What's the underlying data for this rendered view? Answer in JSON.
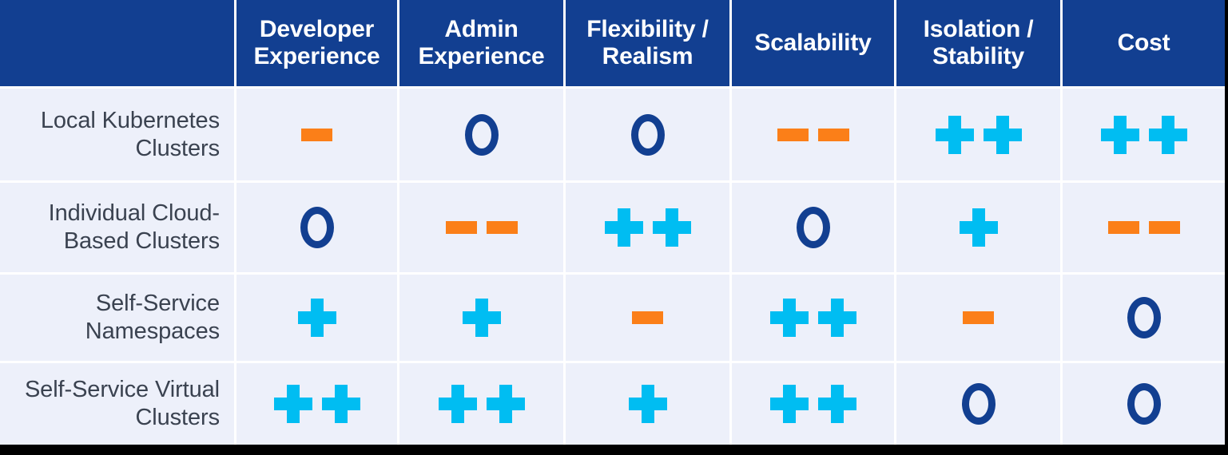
{
  "table": {
    "corner_label": "",
    "columns": [
      {
        "id": "developer-experience",
        "label": "Developer Experience"
      },
      {
        "id": "admin-experience",
        "label": "Admin Experience"
      },
      {
        "id": "flexibility-realism",
        "label": "Flexibility / Realism"
      },
      {
        "id": "scalability",
        "label": "Scalability"
      },
      {
        "id": "isolation-stability",
        "label": "Isolation / Stability"
      },
      {
        "id": "cost",
        "label": "Cost"
      }
    ],
    "rows": [
      {
        "id": "local-kubernetes-clusters",
        "label": "Local Kubernetes Clusters",
        "ratings": [
          {
            "symbol": "minus",
            "count": 1,
            "value": "-"
          },
          {
            "symbol": "circle",
            "count": 1,
            "value": "o"
          },
          {
            "symbol": "circle",
            "count": 1,
            "value": "o"
          },
          {
            "symbol": "minus",
            "count": 2,
            "value": "--"
          },
          {
            "symbol": "plus",
            "count": 2,
            "value": "++"
          },
          {
            "symbol": "plus",
            "count": 2,
            "value": "++"
          }
        ]
      },
      {
        "id": "individual-cloud-based-clusters",
        "label": "Individual Cloud-Based Clusters",
        "ratings": [
          {
            "symbol": "circle",
            "count": 1,
            "value": "o"
          },
          {
            "symbol": "minus",
            "count": 2,
            "value": "--"
          },
          {
            "symbol": "plus",
            "count": 2,
            "value": "++"
          },
          {
            "symbol": "circle",
            "count": 1,
            "value": "o"
          },
          {
            "symbol": "plus",
            "count": 1,
            "value": "+"
          },
          {
            "symbol": "minus",
            "count": 2,
            "value": "--"
          }
        ]
      },
      {
        "id": "self-service-namespaces",
        "label": "Self-Service Namespaces",
        "ratings": [
          {
            "symbol": "plus",
            "count": 1,
            "value": "+"
          },
          {
            "symbol": "plus",
            "count": 1,
            "value": "+"
          },
          {
            "symbol": "minus",
            "count": 1,
            "value": "-"
          },
          {
            "symbol": "plus",
            "count": 2,
            "value": "++"
          },
          {
            "symbol": "minus",
            "count": 1,
            "value": "-"
          },
          {
            "symbol": "circle",
            "count": 1,
            "value": "o"
          }
        ]
      },
      {
        "id": "self-service-virtual-clusters",
        "label": "Self-Service Virtual Clusters",
        "ratings": [
          {
            "symbol": "plus",
            "count": 2,
            "value": "++"
          },
          {
            "symbol": "plus",
            "count": 2,
            "value": "++"
          },
          {
            "symbol": "plus",
            "count": 1,
            "value": "+"
          },
          {
            "symbol": "plus",
            "count": 2,
            "value": "++"
          },
          {
            "symbol": "circle",
            "count": 1,
            "value": "o"
          },
          {
            "symbol": "circle",
            "count": 1,
            "value": "o"
          }
        ]
      }
    ]
  },
  "colors": {
    "header_navy": "#123F91",
    "cell_background": "#EDF0FA",
    "grid_line": "#FFFFFF",
    "positive_plus": "#00BDF2",
    "negative_minus": "#FB7F18",
    "neutral_circle": "#123F91",
    "row_label_text": "#3A4250",
    "header_text": "#FFFFFF",
    "page_background": "#000000"
  }
}
